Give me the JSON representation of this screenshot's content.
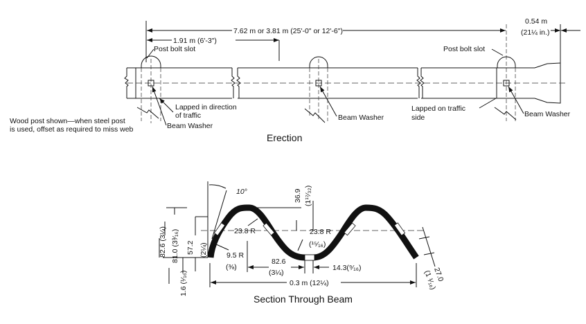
{
  "erection": {
    "title": "Erection",
    "dim_overall": "7.62 m or 3.81 m (25'-0\" or 12'-6\")",
    "dim_post": "1.91 m (6'-3\")",
    "dim_end_1": "0.54 m",
    "dim_end_2": "(21¼ in.)",
    "post_bolt_slot_left": "Post bolt slot",
    "post_bolt_slot_right": "Post bolt slot",
    "wood_post_note_1": "Wood post shown—when steel post",
    "wood_post_note_2": "is used, offset as required to miss web",
    "lapped_direction_1": "Lapped in direction",
    "lapped_direction_2": "of traffic",
    "beam_washer_left": "Beam Washer",
    "beam_washer_mid": "Beam Washer",
    "beam_washer_right": "Beam Washer",
    "lapped_traffic_1": "Lapped on traffic",
    "lapped_traffic_2": "side"
  },
  "section": {
    "title": "Section Through Beam",
    "angle": "10°",
    "dim_369": "36.9",
    "dim_369_in": "(1¹⁷⁄₃₂)",
    "dim_826_left": "82.6 (3¼)",
    "dim_810": "81.0 (3³⁄₁₆)",
    "dim_572": "57.2",
    "dim_572_in": "(2¼)",
    "dim_16": "1.6 (¹⁄₁₆)",
    "radius_1": "23.8 R",
    "radius_2": "23.8 R",
    "radius_2_in": "(¹⁵⁄₁₆)",
    "radius_3": "9.5 R",
    "radius_3_in": "(⅜)",
    "dim_826": "82.6",
    "dim_826_in": "(3¼)",
    "dim_143": "14.3(⁹⁄₁₆)",
    "dim_width": "0.3 m (12¼)",
    "dim_270": "27.0",
    "dim_270_in": "(1 ¹⁄₁₆)"
  }
}
